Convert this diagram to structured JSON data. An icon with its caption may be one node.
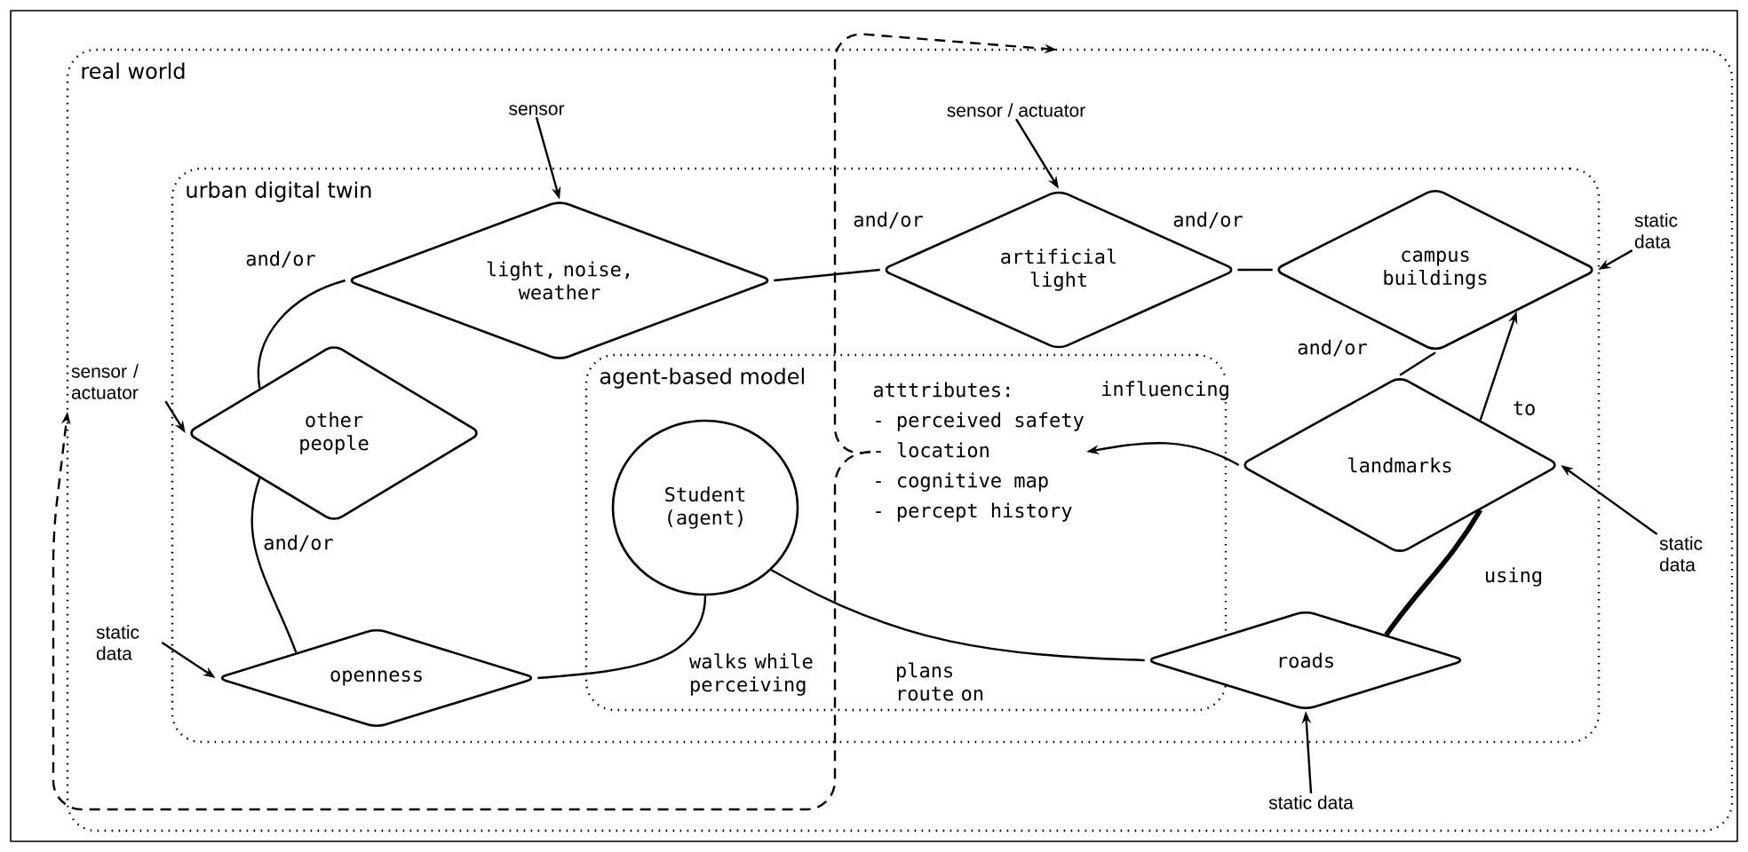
{
  "diagram": {
    "nodes": [
      {
        "text": [
          "real world"
        ]
      },
      {
        "text": [
          "urban digital twin"
        ],
        "in": 0
      },
      {
        "text": [
          "agent-based model"
        ],
        "in": 1
      },
      {
        "text": [
          "light, noise, weather"
        ],
        "in": 1
      },
      {
        "text": [
          "artificial light"
        ],
        "in": 1
      },
      {
        "text": [
          "campus buildings"
        ],
        "in": 1
      },
      {
        "text": [
          "other people"
        ],
        "in": 1
      },
      {
        "text": [
          "openness"
        ],
        "in": 1
      },
      {
        "text": [
          "Student (agent)"
        ],
        "in": 2
      },
      {
        "text": [
          "atttributes:",
          "- perceived safety",
          "- location",
          "- cognitive map",
          "- percept history"
        ],
        "in": 2
      },
      {
        "text": [
          "landmarks"
        ],
        "in": 1
      },
      {
        "text": [
          "roads"
        ],
        "in": 1
      },
      {
        "text": [
          "sensor"
        ],
        "in": 0
      },
      {
        "text": [
          "sensor / actuator"
        ],
        "in": 0
      },
      {
        "text": [
          "static data"
        ],
        "in": 0
      },
      {
        "text": [
          "sensor / actuator"
        ],
        "in": 0
      },
      {
        "text": [
          "static data"
        ],
        "in": 0
      },
      {
        "text": [
          "static data"
        ],
        "in": 0
      },
      {
        "text": [
          "static data"
        ],
        "in": 0
      }
    ],
    "edges": [
      {
        "from": 3,
        "to": 6,
        "arrow": "none",
        "label": "and/or"
      },
      {
        "from": 3,
        "to": 4,
        "arrow": "none",
        "label": "and/or"
      },
      {
        "from": 4,
        "to": 5,
        "arrow": "none",
        "label": "and/or"
      },
      {
        "from": 5,
        "to": 10,
        "arrow": "none",
        "label": "and/or"
      },
      {
        "from": 6,
        "to": 7,
        "arrow": "none",
        "label": "and/or"
      },
      {
        "from": 7,
        "to": 8,
        "arrow": "none",
        "label": "walks while perceiving"
      },
      {
        "from": 8,
        "to": 11,
        "arrow": "none",
        "label": "plans route on"
      },
      {
        "from": 10,
        "to": 9,
        "arrow": "to",
        "label": "influencing"
      },
      {
        "from": 10,
        "to": 5,
        "arrow": "to",
        "label": "to"
      },
      {
        "from": 11,
        "to": 10,
        "arrow": "none",
        "label": "using",
        "style": "thick"
      },
      {
        "from": 12,
        "to": 3,
        "arrow": "to"
      },
      {
        "from": 13,
        "to": 4,
        "arrow": "to"
      },
      {
        "from": 14,
        "to": 5,
        "arrow": "to"
      },
      {
        "from": 15,
        "to": 6,
        "arrow": "to"
      },
      {
        "from": 16,
        "to": 7,
        "arrow": "to"
      },
      {
        "from": 17,
        "to": 10,
        "arrow": "to"
      },
      {
        "from": 18,
        "to": 11,
        "arrow": "to"
      },
      {
        "from": 9,
        "to": 0,
        "arrow": "to",
        "style": "dashed"
      },
      {
        "from": 9,
        "to": 0,
        "arrow": "to",
        "style": "dashed"
      }
    ]
  }
}
